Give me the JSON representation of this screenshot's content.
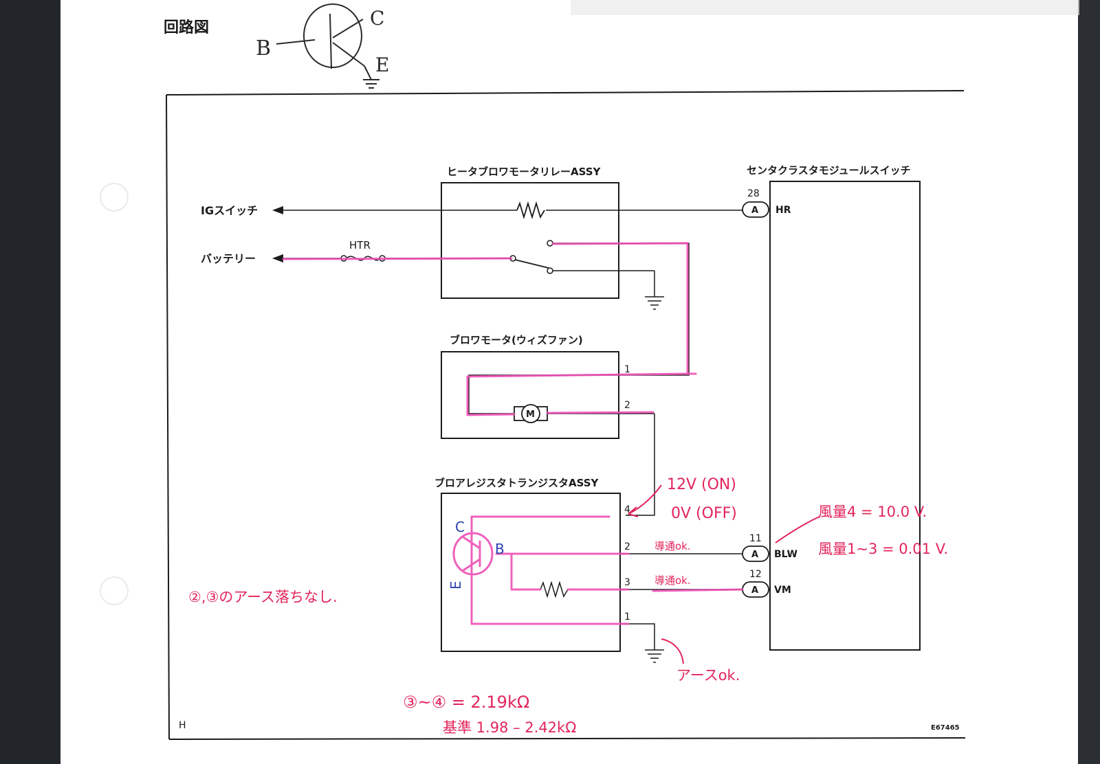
{
  "page_title": "回路図",
  "sketch_letters": {
    "b": "B",
    "c": "C",
    "e": "E"
  },
  "components": {
    "relay": "ヒータブロワモータリレーASSY",
    "module_switch": "センタクラスタモジュールスイッチ",
    "blower_motor": "ブロワモータ(ウィズファン)",
    "resistor_transistor": "ブロアレジスタトランジスタASSY",
    "motor_symbol": "M"
  },
  "external": {
    "ig_switch": "IGスイッチ",
    "battery": "バッテリー",
    "fuse": "HTR"
  },
  "connector_letter": "A",
  "terminals": {
    "hr_number": "28",
    "hr_name": "HR",
    "blw_number": "11",
    "blw_name": "BLW",
    "vm_number": "12",
    "vm_name": "VM",
    "motor_1": "1",
    "motor_2": "2",
    "rt_4": "4",
    "rt_2": "2",
    "rt_3": "3",
    "rt_1": "1"
  },
  "transistor_labels": {
    "c": "C",
    "b": "B",
    "e": "E"
  },
  "annotations": {
    "voltage_on": "12V (ON)",
    "voltage_off": "0V (OFF)",
    "continuity_2": "導通ok.",
    "continuity_3": "導通ok.",
    "fan_level_4": "風量4 = 10.0 V.",
    "fan_level_1_3": "風量1~3 = 0.01 V.",
    "ground_note": "②,③のアース落ちなし.",
    "ground_ok": "アースok.",
    "resistance": "③~④ = 2.19kΩ",
    "standard": "基準 1.98 – 2.42kΩ"
  },
  "footer": {
    "left": "H",
    "right": "E67465"
  },
  "colors": {
    "ink": "#1a1a1a",
    "marker_pink": "#ee4fb4",
    "pen_red": "#e2245a",
    "pen_blue": "#2b3fae",
    "page": "#ffffff",
    "background": "#22262b"
  }
}
